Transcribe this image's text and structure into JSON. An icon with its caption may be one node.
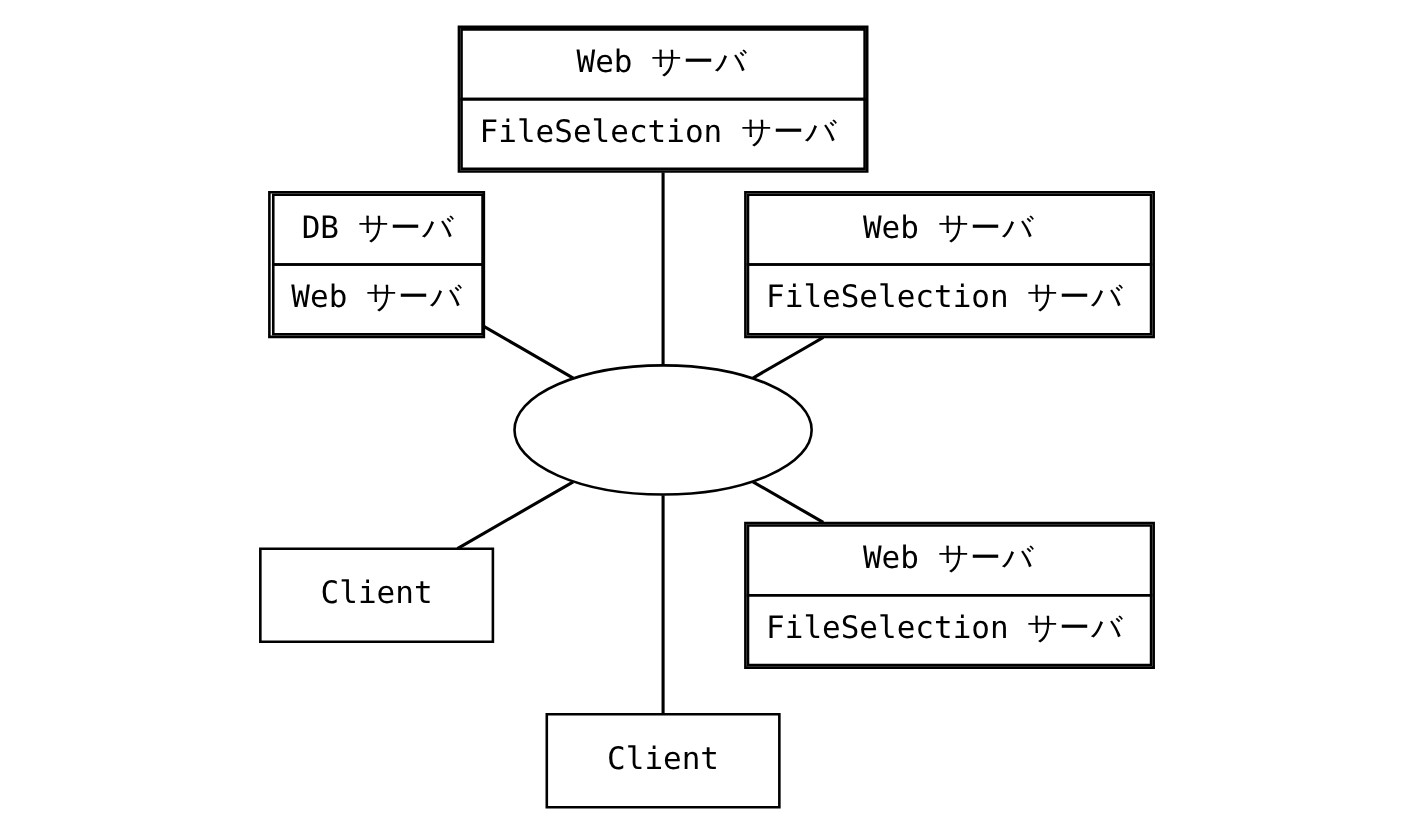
{
  "diagram": {
    "nodes": [
      {
        "text": [
          "Web サーバ",
          "FileSelection サーバ"
        ]
      },
      {
        "text": [
          "Web サーバ",
          "FileSelection サーバ"
        ]
      },
      {
        "text": [
          "DB サーバ",
          "Web サーバ"
        ]
      },
      {
        "text": [],
        "shape": "ellipse"
      },
      {
        "text": [
          "Client"
        ]
      },
      {
        "text": [
          "Client"
        ]
      },
      {
        "text": [
          "Web サーバ",
          "FileSelection サーバ"
        ]
      }
    ],
    "edges": [
      {
        "from": 3,
        "to": 0,
        "arrow": "none"
      },
      {
        "from": 3,
        "to": 1,
        "arrow": "none"
      },
      {
        "from": 3,
        "to": 2,
        "arrow": "none"
      },
      {
        "from": 3,
        "to": 4,
        "arrow": "none"
      },
      {
        "from": 3,
        "to": 5,
        "arrow": "none"
      },
      {
        "from": 3,
        "to": 6,
        "arrow": "none"
      }
    ]
  }
}
